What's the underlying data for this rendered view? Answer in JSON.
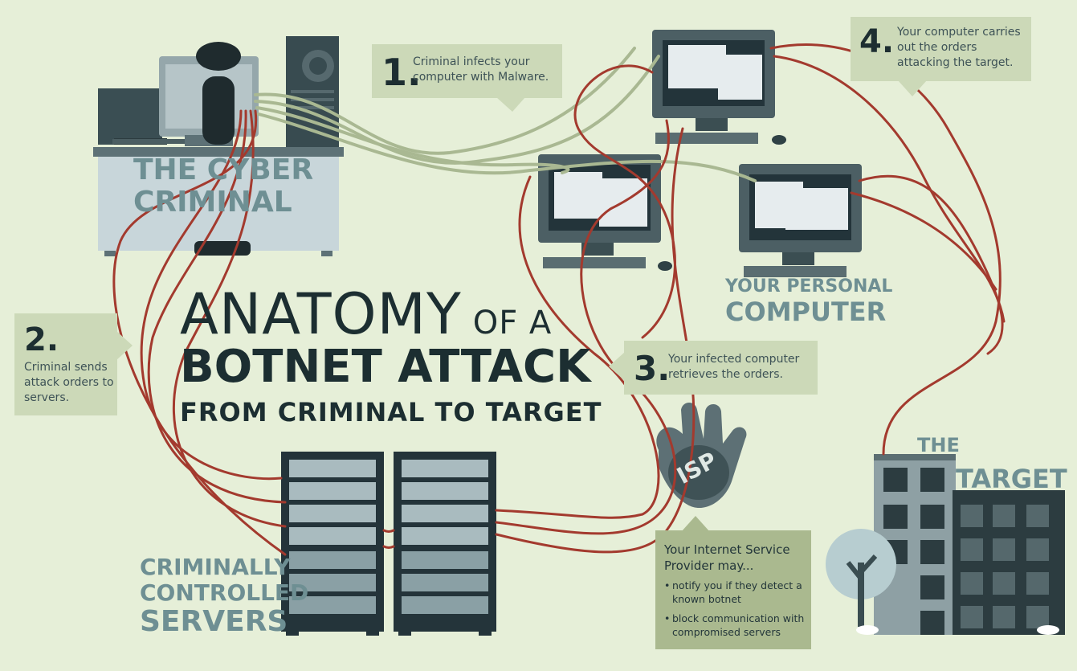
{
  "title": {
    "line1_big": "ANATOMY",
    "line1_small": "OF A",
    "line2": "BOTNET ATTACK",
    "line3": "FROM CRIMINAL TO TARGET"
  },
  "labels": {
    "cyber_criminal_1": "THE CYBER",
    "cyber_criminal_2": "CRIMINAL",
    "personal_computer_1": "YOUR PERSONAL",
    "personal_computer_2": "COMPUTER",
    "servers_1": "CRIMINALLY",
    "servers_2": "CONTROLLED",
    "servers_3": "SERVERS",
    "target_1": "THE",
    "target_2": "TARGET",
    "isp_hand": "ISP"
  },
  "steps": [
    {
      "num": "1.",
      "text": "Criminal infects your computer with Malware."
    },
    {
      "num": "2.",
      "text": "Criminal sends attack orders to servers."
    },
    {
      "num": "3.",
      "text": "Your infected computer retrieves the orders."
    },
    {
      "num": "4.",
      "text": "Your computer carries out the orders attacking the target."
    }
  ],
  "isp": {
    "heading": "Your Internet Service Provider may...",
    "bullets": [
      "notify you if they detect a known botnet",
      "block communication with compromised servers"
    ]
  },
  "colors": {
    "background": "#e6efd8",
    "cable_red": "#a33a2e",
    "cable_green": "#a9b892",
    "dark": "#3b4f53",
    "label_teal": "#6e8f93"
  }
}
